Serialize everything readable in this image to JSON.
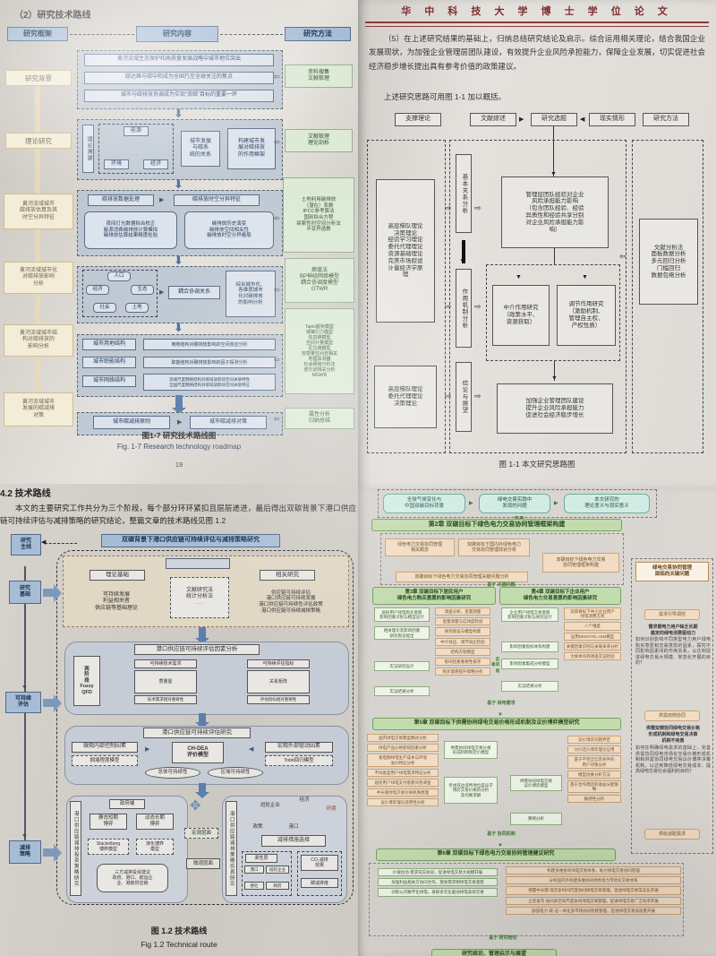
{
  "tl": {
    "title": "（2）研究技术路线",
    "headers": {
      "frame": "研究框架",
      "content": "研究内容",
      "method": "研究方法"
    },
    "left": [
      "研究背景",
      "理论研究",
      "黄河流域城市\n碳排放估算及其\n时空分异特征",
      "黄河流域城市化\n对碳排放影响\n分析",
      "黄河流域城市结\n构对碳排放的\n影响分析",
      "黄河流域城市\n发展的碳减排\n对策"
    ],
    "r1": [
      "黄河流域生态保护和高质量发展战略中城市地位突出",
      "碳达峰与碳中和成为全国乃至全球关注的焦点",
      "城市与碳排放协调成为实现“双碳”目标的重要一环"
    ],
    "r2": {
      "src": "理论溯源",
      "tri": [
        "能源",
        "环境",
        "经济"
      ],
      "b1": "城市发展\n与碳系\n统的关系",
      "b2": "构建城市发\n展对碳排放\n的作用框架"
    },
    "r3": {
      "a": "碳排放数据处理",
      "b": "碳排放时空分异特征",
      "c": "夜间灯光数据拟合校正\n能源消费碳排放计算模拟\n碳排放估算结果精度检验",
      "d": "碳排放历史演变\n碳排放空间相关性\n碳排放时空分异格局"
    },
    "r4": {
      "circles": [
        "人口",
        "经济",
        "生态",
        "社会",
        "土地"
      ],
      "mid": "耦合协调关系",
      "out": "综合城市化、\n各维度城市\n化对碳排放\n的影响分析"
    },
    "r5": [
      {
        "k": "城市用地结构",
        "v": "用地结构对碳排放影响的空间效应分析"
      },
      {
        "k": "城市职能结构",
        "v": "职能结构对碳排放影响的因子探测分析"
      },
      {
        "k": "城市网络结构",
        "v": "流域尺度网络结构对碳排放影响空间关联特性\n全国尺度网络结构对碳排放影响空间关联特征"
      }
    ],
    "r6": {
      "a": "城市碳减排原则",
      "b": "城市碳减排对策"
    },
    "right": [
      "资料搜集\n文献梳理",
      "文献梳理\n理论剖析",
      "土地利用碳排放\n（潜在）系数\nIPCC参考算法\n国别拟合方程\n探索性时空间分析法\n半变异函数",
      "熵值法\nBP神经网络模型\n耦合协调度模型\nGTWR",
      "Tapio脱钩模型\n城镇引力模型\n信息熵模型\n空间计量模型\n区位熵模型\n双变量空间自相关\n地理探测器\n社会网络分析法\n皮尔逊相关分析\nMGWR",
      "属性分析\n归纳总结"
    ],
    "caption_cn": "图1-7 研究技术路线图",
    "caption_en": "Fig. 1-7 Research technology roadmap",
    "page_no": "19"
  },
  "tr": {
    "header": "华 中 科 技 大 学 博 士 学 位 论 文",
    "para": "（5）在上述研究结果的基础上，归纳总结研究结论及启示。综合运用相关理论，结合我国企业发展现状，为加强企业管理层团队建设，有效提升企业风险承担能力，保障企业发展，切实促进社会经济稳步增长提出具有参考价值的政策建议。",
    "para2": "上述研究思路可用图 1-1 加以概括。",
    "top_row": [
      "支撑理论",
      "文献综述",
      "研究选题",
      "现实情形",
      "研究方法"
    ],
    "left_box1": "高层梯队理论\n决策理论\n经验学习理论\n委托代理理论\n资源基础理论\n完美市场假说\n计量经济学原\n理",
    "left_box2": "高层梯队理论\n委托代理理论\n决策理论",
    "mid1": "基本关系分析",
    "mid2": "作用机制分析",
    "mid3": "结论与展望",
    "center1": "管理层团队经验对企业\n风险承担能力影响\n（包含团队经验、经验\n异质性和经验共享分别\n对企业风险承担能力影\n响）",
    "center2": "中介作用研究\n（政策水平、\n资源获取）",
    "center3": "调节作用研究\n（激励机制、\n管理自主权、\n产权性质）",
    "center4": "加强企业管理团队建设\n提升企业风险承担能力\n促进社会经济稳步增长",
    "right_box": "文献分析法\n面板数据分析\n多元回归分析\n门槛回归\n数据包络分析",
    "caption": "图 1-1   本文研究思路图"
  },
  "bl": {
    "heading": "4.2  技术路线",
    "para": "本文的主要研究工作共分为三个阶段，每个部分环环紧扣且层层递进，最后得出双碳背景下港口供应链可持续评估与减排策略的研究结论，整篇文章的技术路线见图 1.2",
    "main_line": "研究\n主线",
    "top_bar": "双碳背景下港口供应链可持续评估与减排策略研究",
    "left1": "研究\n基础",
    "left2": "可持续\n评估",
    "left3": "减排\n策略",
    "s1": {
      "t1": "理论基础",
      "t1c": "可持续发展\n利益相关者\n供应链等基础理论",
      "mid": "文献研究法\n统计分析法\n· · ·",
      "t2": "相关研究",
      "t2c": "供应链可持续评估\n港口供应链可持续发展\n港口供应链可持续性评估政策\n港口供应链可持续减排策略"
    },
    "s2": {
      "title": "港口供应链可持续评估因素分析",
      "fuzzy": "两\n阶\n段\nFuzzy\nQFD",
      "h1top": "可持续技术需求",
      "h1mid": "质量屋",
      "h1bot": "技术需求相对重要性",
      "h2top": "可持续评估指标",
      "h2mid": "关系矩阵",
      "h2bot": "评估指标相对重要性",
      "title2": "港口供应链可持续评估研究",
      "micro": "微观内部控制因素",
      "model": "CH-DEA\n评价模型",
      "macro": "宏观外部驱动因素",
      "m1": "拥堵程度模型",
      "m2": "Tobit回归模型",
      "e1": "总体可持续性",
      "e2": "区域可持续性"
    },
    "s3": {
      "lvl": "港口供应链减排投资策略研究",
      "gov": "政府端",
      "g1": "静态短期\n博弈",
      "g2": "动态长期\n博弈",
      "g3": "Stackelberg\n博弈模型",
      "g4": "演化博弈\n模型",
      "g5": "三方减排投资建议\n政府、港口、航运企\n业、港航供应链",
      "macro_lab": "宏观层面",
      "micro_lab": "微观层面",
      "rvl": "港口供应链减排策略仿真研究",
      "c1": "班轮企业",
      "c2": "经济",
      "c3": "环境",
      "c4": "政策",
      "c5": "港口",
      "sel": "减排措施选择",
      "f0": "柔性层",
      "f1": "港口",
      "f2": "班轮企业",
      "f3": "吞吐",
      "f4": "政府",
      "r1": "CO₂减排\n效果",
      "r2": "碳减排度"
    },
    "caption_cn": "图 1.2   技术路线",
    "caption_en": "Fig 1.2   Technical route"
  },
  "br": {
    "bg1": "全球气候变化与\n中国双碳目标背景",
    "bg2": "绿电交易实践中\n发现的问题",
    "bg3": "本文研究的\n理论意义与现实意义",
    "conn_bg": "背景",
    "conn_key": "基于\n关键问题",
    "conn_need": "基于\n绿电需求",
    "conn_mech": "基于\n协同机制",
    "conn_concl": "基于\n研究结论",
    "ch2_title": "第2章 双碳目标下绿色电力交易协同管理框架构建",
    "ch2_b1": "绿色电力交易协同管理\n相关概念",
    "ch2_b2": "双碳目标下国内外绿色电力\n交易协同管理现状分析",
    "ch2_b3": "双碳目标下绿色电力交易\n协同管理框架构建",
    "ch2_b4": "双碳目标下绿色电力交易协同管理关键问题分析",
    "ch3_title": "第3章 双碳目标下居民用户\n绿色电力购买意愿的影响因素研究",
    "ch3_steps": [
      "居民用户绿电购买意愿\n影响因素识别与模型设计",
      "相关理论及影响因素\n研究假设提出",
      "实证研究设计",
      "实证结果分析"
    ],
    "ch3_notes": [
      "调查分析、变量测量",
      "变量测量与信效度检验",
      "研究假设与模型构建",
      "中介效应、调节效应检验",
      "结构方程模型",
      "影响因素重要性排序",
      "购买意愿提升策略分析"
    ],
    "ch3_vert": "实证\n结果",
    "ch4_title": "第4章 双碳目标下企业用户\n绿色电力交易意愿的影响因素研究",
    "ch4_steps": [
      "企业用户绿电交易意愿\n影响因素识别与研究设计",
      "影响因素指标体系构建",
      "影响因素集成分析模型",
      "实证结果分析"
    ],
    "ch4_notes": [
      "双碳目标下中小企业用户\n绿电消费方式",
      "八个维度",
      "运用DEMATEL-ISM模型",
      "关键因素识别与关联关系分析",
      "大样本问卷调查实证检验"
    ],
    "ch5_title": "第5章 双碳目标下供需协同绿电交易价格形成机制及议价博弈模型研究",
    "ch5_left": [
      "国内绿电交易典型模式分析",
      "绿电产品价格影响因素分析",
      "发电侧绿电生产成本与环境\n溢价特征分析",
      "不同类型用户绿电需求特征分析",
      "居民用户绿电支付意愿问卷调查",
      "中长期绿电交易价格机制梳理",
      "议价博弈理论适用性分析"
    ],
    "ch5_c1": "供需协同绿电交易价格\n形成机制和定价模型",
    "ch5_c2": "考虑双边谈判地位差异子\n博弈交易价格的分析\n及均衡求解",
    "ch5_c3": "供需协同绿电交易\n议价博弈模型",
    "ch5_c4": "算例分析",
    "ch5_right": [
      "议价博弈问题界定",
      "讨价还价博弈理论应用",
      "基于不完全信息条件的\n用户对策分析",
      "模型仿真分析方法",
      "基于合作博弈的收益分配策略",
      "敏感性分析"
    ],
    "ch6_title": "第6章 双碳目标下绿色电力交易协同管理建议研究",
    "ch6_left": [
      "价值拉动·需求双向协同，促进绿电交易大规模开展",
      "加强利益相关方协同合作，激发需求侧绿电交易意愿",
      "创新公司数字化绿电，发挥多元化驱动绿电高效交易"
    ],
    "ch6_right": [
      "构建多维协同绿电交易体系，助力绿电交易协同管理",
      "分析国内外构建多维协同绿色电力市场化交易体系",
      "把握中长期·现货多时间尺度协同绿电交易管理，促进绿电交易常态化开展",
      "立足省内·省间多空间尺度协同绿电交易管理，促进绿电交易广泛有序开展",
      "加强电力·碳·证一体化多市场协同衔接管理，促进绿电交易高质量开展"
    ],
    "sb_title": "绿电交易协同管理\n面临的关键问题",
    "sb_q1btn": "需求引导调控",
    "sb_q1": "需求侧电力用户缺乏长期\n稳定的绿电消费驱动力",
    "sb_q1t": "如何识别影响不同类型电力用户绿电购买意愿和交易意愿的因素，探究不同影响因素间的作用关系，以达到促进绿电交易大规模、常态化开展的目的？",
    "sb_q2btn": "供需双侧协同",
    "sb_q2": "供需双侧协同绿电交易价格\n形成机制和绿电交易决策\n机制不完善",
    "sb_q2t": "如何在明确绿电需求的基础上，完善供需协同绿电市场化交易价格形成机制和供需协同绿电交易议价博弈决策机制，以达到降低绿电交易成本、提高绿电交易社会福利的目的？",
    "sb_q3btn": "供给适配需求",
    "bottom": "研究结论、管理启示与展望"
  }
}
